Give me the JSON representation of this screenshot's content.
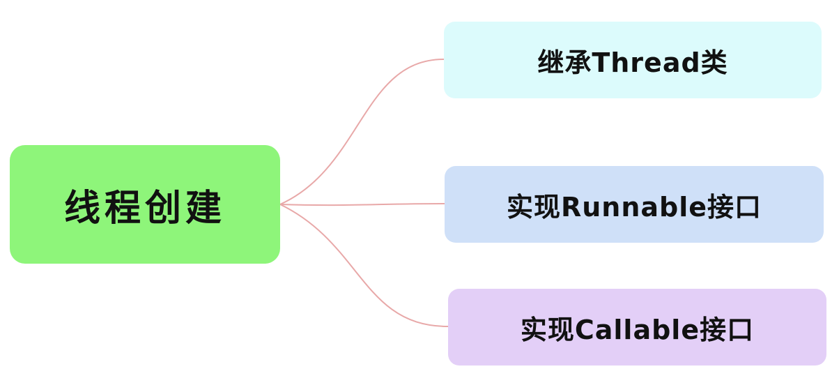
{
  "diagram": {
    "root": {
      "label": "线程创建",
      "color": "#8ef57a"
    },
    "children": [
      {
        "label": "继承Thread类",
        "color": "#dcfbfc"
      },
      {
        "label": "实现Runnable接口",
        "color": "#cfe0f8"
      },
      {
        "label": "实现Callable接口",
        "color": "#e3cff7"
      }
    ],
    "edge_color": "#e8a8a8"
  }
}
